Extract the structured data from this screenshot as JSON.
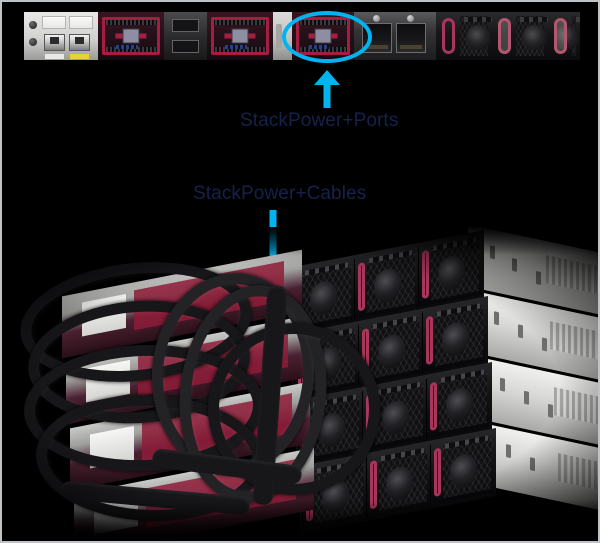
{
  "figure": {
    "title": "StackPower rear panel and cabling illustration",
    "background_color": "#000000",
    "border_color": "#bfc3c6"
  },
  "callouts": [
    {
      "id": "ports",
      "label": "StackPower+Ports",
      "label_color": "#15224a",
      "highlight_shape": "ellipse",
      "highlight_color": "#00b4f0",
      "arrow_color": "#00b4f0",
      "arrow_direction": "up",
      "target": "stackpower-ports-on-rear-panel"
    },
    {
      "id": "cables",
      "label": "StackPower+Cables",
      "label_color": "#15224a",
      "arrow_color": "#00b4f0",
      "arrow_direction": "down",
      "target": "stackpower-cables-on-switch-stack"
    }
  ],
  "top_panel": {
    "name": "switch-rear-panel",
    "modules": [
      {
        "type": "management-module",
        "color": "#e8e8e6",
        "ports": [
          "rj45",
          "rj45"
        ],
        "cable_colors": [
          "#e9e9e7",
          "#e8cf3c"
        ]
      },
      {
        "type": "fan-module",
        "frame_color": "#a51e42"
      },
      {
        "type": "uplink-cage",
        "color": "#2c2c2e"
      },
      {
        "type": "fan-module",
        "frame_color": "#a51e42"
      },
      {
        "type": "filler-panel",
        "color": "#c2c2c0"
      },
      {
        "type": "fan-module",
        "frame_color": "#a51e42"
      },
      {
        "type": "stackpower-port-module",
        "ports": 2,
        "highlighted": true
      },
      {
        "type": "power-supply",
        "handle_color": "#a8355a"
      },
      {
        "type": "power-supply",
        "handle_color": "#b3566f"
      },
      {
        "type": "power-supply",
        "handle_color": "#b3566f"
      }
    ]
  },
  "stack_photo": {
    "name": "switch-stack-rear-view",
    "switch_count": 4,
    "chassis_color": "#d7d7d5",
    "psu_handle_color": "#a8355a",
    "cable_color": "#17171a",
    "cable_description": "Thick black StackPower cables looped between stacked switches"
  }
}
